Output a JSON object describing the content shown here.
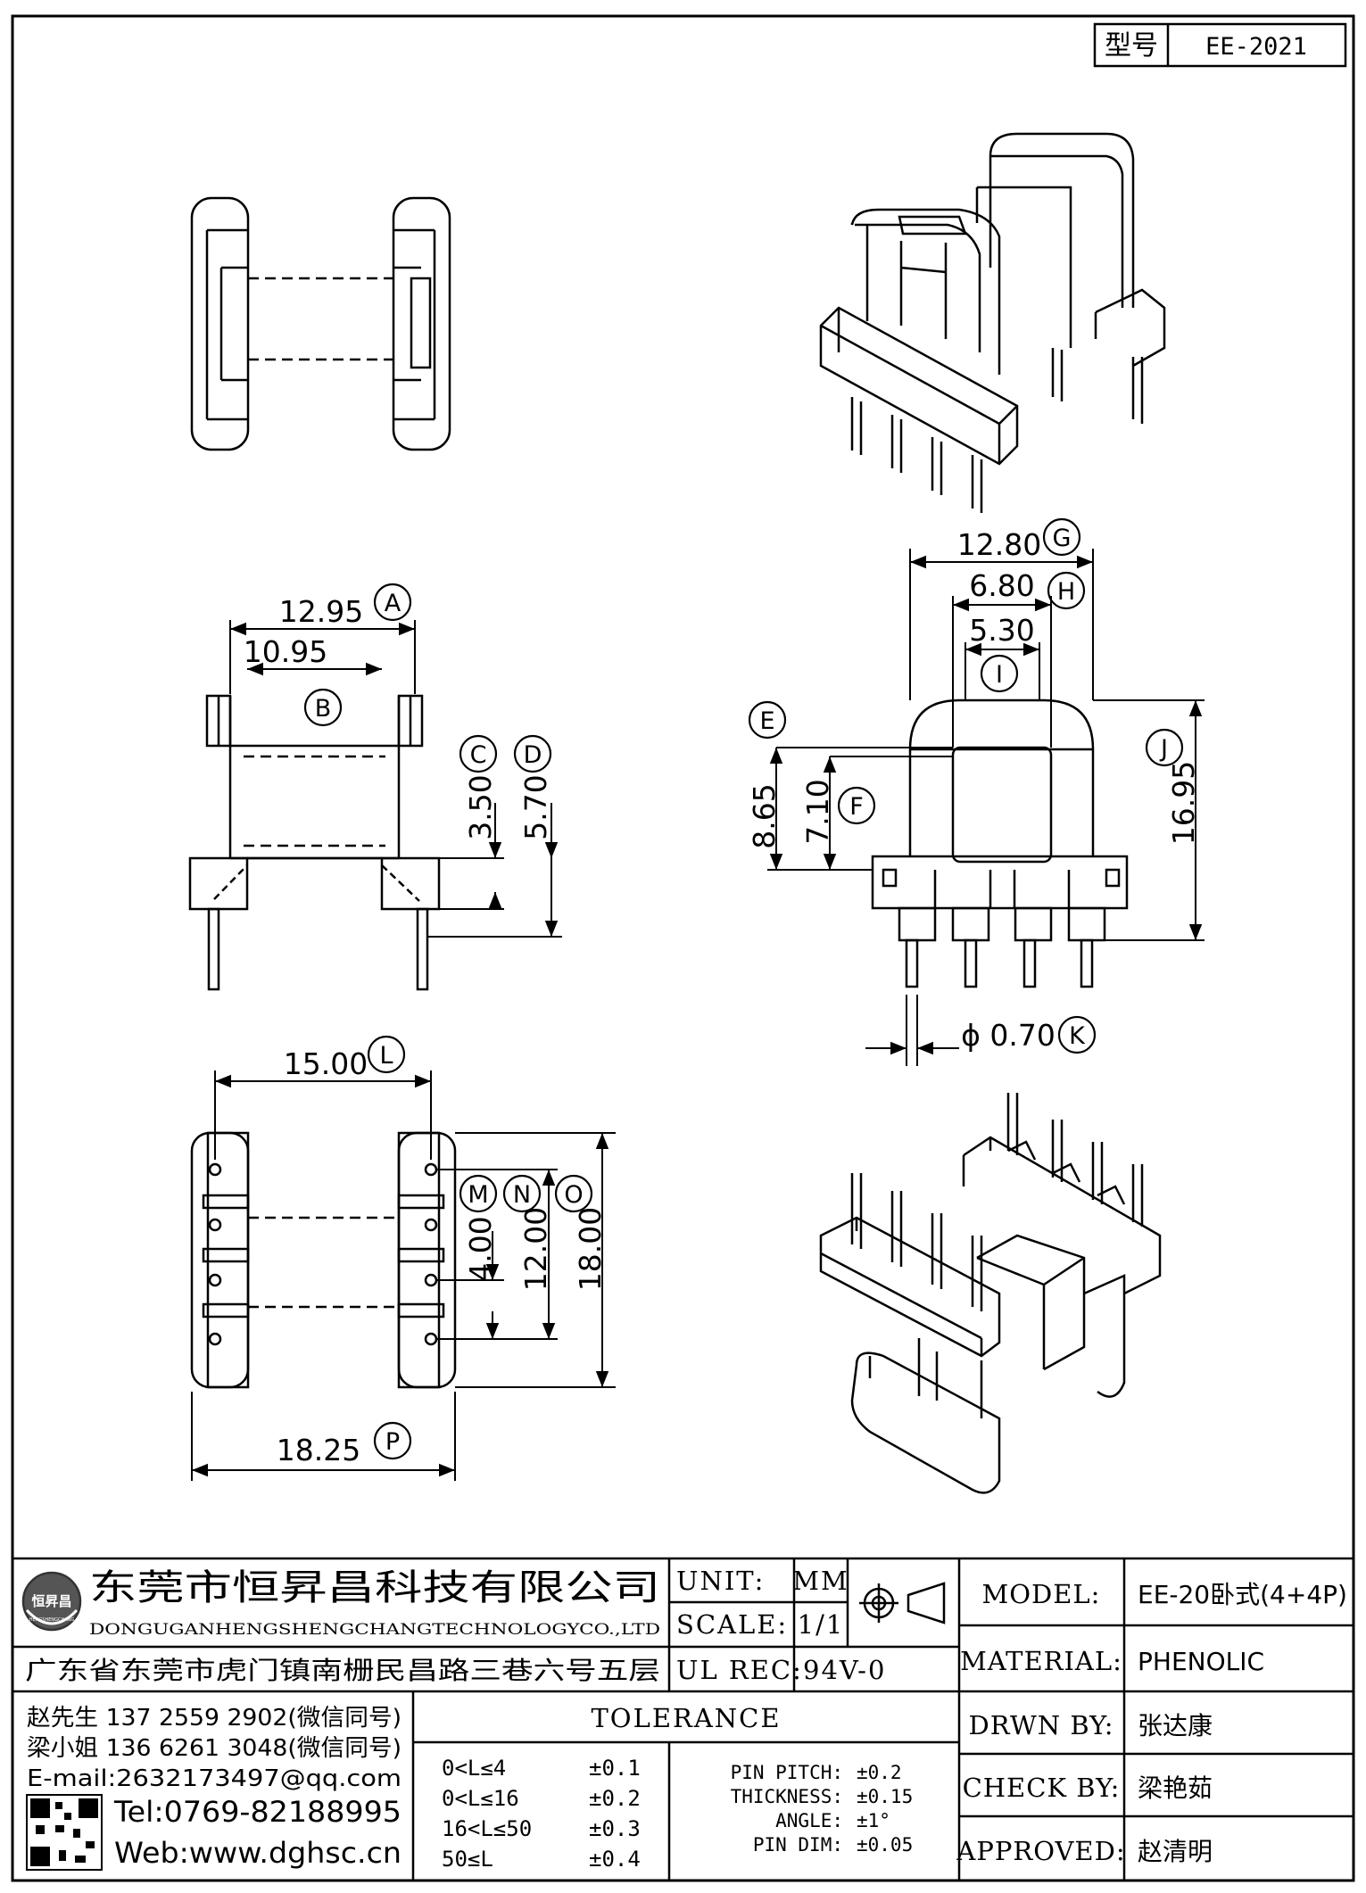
{
  "header": {
    "type_label": "型号",
    "part_number": "EE-2021"
  },
  "dimensions": [
    {
      "key": "A",
      "value": "12.95"
    },
    {
      "key": "B",
      "value": "10.95"
    },
    {
      "key": "C",
      "value": "3.50"
    },
    {
      "key": "D",
      "value": "5.70"
    },
    {
      "key": "E",
      "value": "8.65"
    },
    {
      "key": "F",
      "value": "7.10"
    },
    {
      "key": "G",
      "value": "12.80"
    },
    {
      "key": "H",
      "value": "6.80"
    },
    {
      "key": "I",
      "value": "5.30"
    },
    {
      "key": "J",
      "value": "16.95"
    },
    {
      "key": "K",
      "value": "ϕ 0.70"
    },
    {
      "key": "L",
      "value": "15.00"
    },
    {
      "key": "M",
      "value": "4.00"
    },
    {
      "key": "N",
      "value": "12.00"
    },
    {
      "key": "O",
      "value": "18.00"
    },
    {
      "key": "P",
      "value": "18.25"
    }
  ],
  "company": {
    "name_cn": "东莞市恒昇昌科技有限公司",
    "name_en": "DONGUGANHENGSHENGCHANGTECHNOLOGYCO.,LTD",
    "address": "广东省东莞市虎门镇南栅民昌路三巷六号五层",
    "logo_text": "恒昇昌",
    "logo_sub": "HENGSHENGCHANG"
  },
  "contacts": [
    "赵先生 137 2559 2902(微信同号)",
    "梁小姐 136 6261 3048(微信同号)",
    "E-mail:2632173497@qq.com"
  ],
  "tel": "Tel:0769-82188995",
  "web": "Web:www.dghsc.cn",
  "specs": {
    "unit_label": "UNIT:",
    "unit": "MM",
    "scale_label": "SCALE:",
    "scale": "1/1",
    "ul_label": "UL REC:",
    "ul": "94V-0"
  },
  "tolerance": {
    "title": "TOLERANCE",
    "rows": [
      {
        "range": "0<L≤4",
        "tol": "±0.1"
      },
      {
        "range": "0<L≤16",
        "tol": "±0.2"
      },
      {
        "range": "16<L≤50",
        "tol": "±0.3"
      },
      {
        "range": "50≤L",
        "tol": "±0.4"
      }
    ],
    "extra": [
      {
        "label": "PIN PITCH:",
        "tol": "±0.2"
      },
      {
        "label": "THICKNESS:",
        "tol": "±0.15"
      },
      {
        "label": "ANGLE:",
        "tol": "±1°"
      },
      {
        "label": "PIN DIM:",
        "tol": "±0.05"
      }
    ]
  },
  "info": [
    {
      "label": "MODEL:",
      "value": "EE-20卧式(4+4P)"
    },
    {
      "label": "MATERIAL:",
      "value": "PHENOLIC"
    },
    {
      "label": "DRWN BY:",
      "value": "张达康"
    },
    {
      "label": "CHECK BY:",
      "value": "梁艳茹"
    },
    {
      "label": "APPROVED:",
      "value": "赵清明"
    }
  ]
}
